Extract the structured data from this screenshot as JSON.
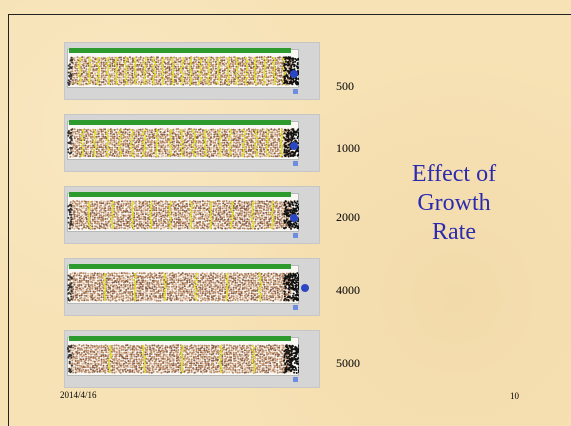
{
  "slide": {
    "title_lines": [
      "Effect of",
      "Growth",
      "Rate"
    ],
    "date": "2014/4/16",
    "page_number": "10"
  },
  "panels": [
    {
      "label": "500",
      "domain_count": 24
    },
    {
      "label": "1000",
      "domain_count": 18
    },
    {
      "label": "2000",
      "domain_count": 11
    },
    {
      "label": "4000",
      "domain_count": 7
    },
    {
      "label": "5000",
      "domain_count": 6
    }
  ],
  "colors": {
    "background": "#f7e2b5",
    "title": "#2b2baf",
    "green_strip": "#2d9a2d",
    "particle_fill": "#b98a67",
    "boundary": "#e0e22a",
    "front": "#111111",
    "knob": "#2a48c4"
  }
}
